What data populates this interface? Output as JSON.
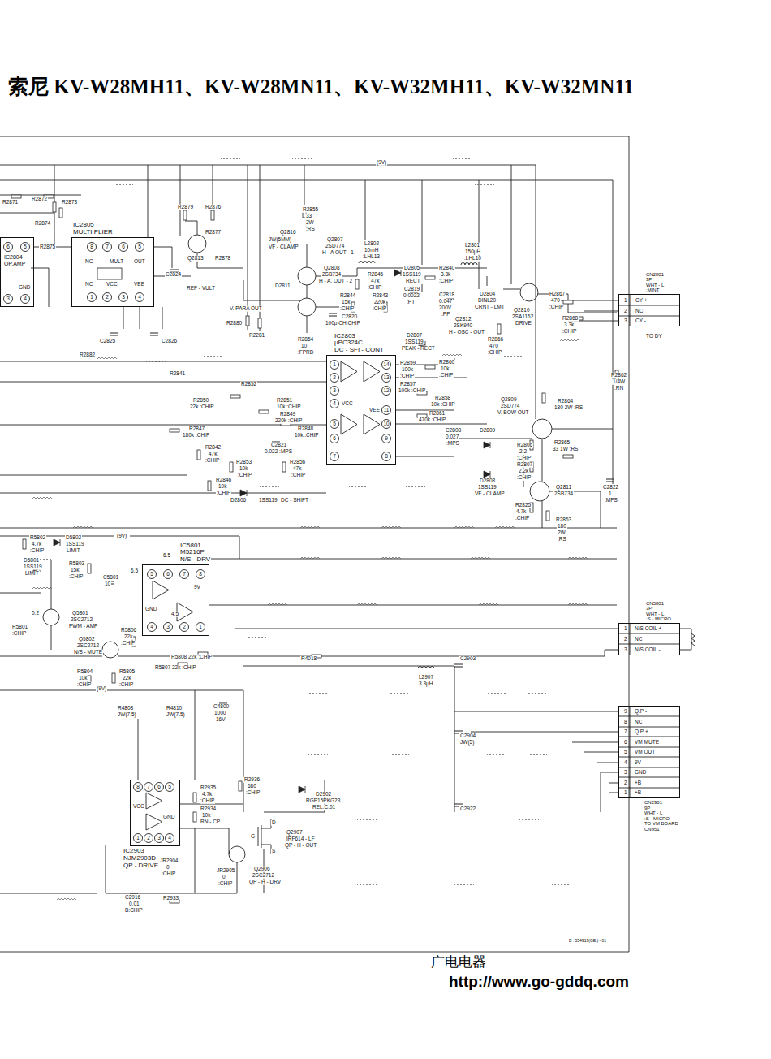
{
  "diagram": {
    "title": "索尼 KV-W28MH11、KV-W28MN11、KV-W32MH11、KV-W32MN11",
    "nodes": [
      {
        "text": [
          "IC2805",
          "MULTI PLIER"
        ]
      },
      {
        "text": [
          "IC2804",
          "OP.AMP"
        ]
      },
      {
        "text": [
          "IC2803",
          "μPC324C",
          "DC - SFI - CONT"
        ]
      },
      {
        "text": [
          "IC5801",
          "M5216P",
          "N/S - DRV"
        ]
      },
      {
        "text": [
          "IC2903",
          "NJM2903D",
          "QP - DRIVE"
        ]
      },
      {
        "text": [
          "CN2801",
          "3P",
          "WHT - L",
          ":MINT"
        ]
      },
      {
        "text": [
          "CN5801",
          "3P",
          "WHT - L",
          ":S - MICRO"
        ]
      },
      {
        "text": [
          "CN2901",
          "9P",
          "WHT - L",
          ":S - MICRO",
          "TO VM BOARD",
          "CN951"
        ]
      }
    ],
    "edges": [
      {
        "from": 1,
        "to": 0,
        "arrow": "none"
      }
    ],
    "labels": [
      "(9V)",
      "R2871",
      "R2872",
      "R2873",
      "R2874",
      "R2875",
      "R2879",
      "R2876",
      "R2877",
      "Q2813",
      "R2878",
      "C2824",
      "REF - VULT",
      "V. PARA OUT",
      "R2880",
      "R2281",
      "C2825",
      "C2826",
      "R2882",
      "R2841",
      "8",
      "7",
      "6",
      "5",
      "NC",
      "MULT",
      "OUT",
      "NC",
      "VCC",
      "VEE",
      "1",
      "2",
      "3",
      "4",
      "6",
      "5",
      "GND",
      "3",
      "4",
      "R2855",
      "33",
      "2W",
      ":RS",
      "Q2816",
      "JW(5MM)",
      "VF - CLAMP",
      "Q2807",
      "2SD774",
      "H - A OUT - 1",
      "Q2808",
      "2SB734",
      "H - A. OUT - 2",
      "D2811",
      "L2802",
      "10mH",
      ":LHL13",
      "D2805",
      "1SS119",
      "RECT",
      "R2845",
      "47k",
      ":CHIP",
      "R2840",
      "3.3k",
      ":CHIP",
      "L2801",
      "150μH",
      ":LHL10",
      "C2819",
      "0.0022",
      ":PT",
      "R2844",
      "15k",
      ":CHIP",
      "R2843",
      "220k",
      ":CHIP",
      "C2818",
      "0.047",
      "200V",
      ":PP",
      "D2804",
      "DINL20",
      "CRNT - LMT",
      "Q2812",
      "2SK940",
      "H - OSC - OUT",
      "Q2810",
      "2SA1162",
      "DRIVE",
      "R2866",
      "470",
      ":CHIP",
      "R2867",
      "470",
      ":CHIP",
      "R2868",
      "3.3k",
      ":CHIP",
      "C2820",
      "100p CH:CHIP",
      "R2854",
      "10",
      ":FPRD",
      "D2807",
      "1SS119",
      "PEAK - RECT",
      "R2859",
      "100k",
      ":CHIP",
      "R2860",
      "10k",
      ":CHIP",
      "R2857",
      "100k :CHIP",
      "R2858",
      "10k :CHIP",
      "R2861",
      "470k :CHIP",
      "VEE",
      "VCC",
      "1",
      "2",
      "3",
      "4",
      "5",
      "6",
      "7",
      "14",
      "13",
      "12",
      "11",
      "10",
      "9",
      "8",
      "C2808",
      "0.027",
      ":MPS",
      "D2809",
      "Q2809",
      "2SD774",
      "V. BOW OUT",
      "R2864",
      "180 2W :RS",
      "R2862",
      "1/4W",
      ":RN",
      "R2806",
      "2.2",
      ":CHIP",
      "R2865",
      "33 1W :RS",
      "R2807",
      "2.2k",
      ":CHIP",
      "D2808",
      "1SS119",
      "VF - CLAMP",
      "Q2811",
      "2SB734",
      "R2825",
      "4.7k",
      ":CHIP",
      "R2863",
      "180",
      "2W",
      ":RS",
      "C2822",
      "1",
      ":MPS",
      "R2852",
      "R2850",
      "22k :CHIP",
      "R2851",
      "10k :CHIP",
      "R2849",
      "220k :CHIP",
      "R2847",
      "180k :CHIP",
      "R2848",
      "10k :CHIP",
      "R2842",
      "47k",
      ":CHIP",
      "C2821",
      "0.022 :MPS",
      "R2853",
      "10k",
      ":CHIP",
      "R2856",
      "47k",
      ":CHIP",
      "R2846",
      "10k",
      ":CHIP",
      "D2806",
      "1SS119",
      "DC - SHIFT",
      "(9V)",
      "R5802",
      "4.7k",
      ":CHIP",
      "D5802",
      "1SS119",
      "LIMIT",
      "D5801",
      "1SS119",
      "LIMIT",
      "R5803",
      "15k",
      ":CHIP",
      "C5801",
      "10",
      "6.5",
      "6.5",
      "5",
      "6",
      "7",
      "8",
      "9V",
      "GND",
      "4.5",
      "4",
      "3",
      "2",
      "1",
      "0.2",
      "Q5801",
      "2SC2712",
      "PWM - AMP",
      "R5801",
      ":CHIP",
      "Q5802",
      "2SC2712",
      "N/S - MUTE",
      "R5806",
      "22k",
      ":CHIP",
      "R5808 22k :CHIP",
      "R5807 22k :CHIP",
      "R5805",
      "22k",
      ":CHIP",
      "R5804",
      "10k",
      ":CHIP",
      "R4018",
      "C2903",
      "L2907",
      "3.3μH",
      "(9V)",
      "R4808",
      "JW(7.5)",
      "R4810",
      "JW(7.5)",
      "C4800",
      "1000",
      "16V",
      "C2904",
      "JW(5)",
      "8",
      "7",
      "6",
      "5",
      "VCC",
      "GND",
      "1",
      "2",
      "3",
      "4",
      "R2935",
      "4.7k",
      ":CHIP",
      "R2936",
      "680",
      ":CHIP",
      "R2934",
      "10k",
      "RN - CP",
      "D2902",
      "RGP15PKG23",
      "REL.C.01",
      "C2922",
      "D",
      "G",
      "S",
      "Q2907",
      "IRF614 - LF",
      "QP - H - OUT",
      "Q2906",
      "2SC2712",
      "QP - H - DRV",
      "JR2904",
      "0",
      ":CHIP",
      "JR2905",
      "0",
      ":CHIP",
      "C2916",
      "0.01",
      "B:CHIP",
      "R2933",
      "1",
      "CY +",
      "2",
      "NC",
      "3",
      "CY -",
      "TO DY",
      "1",
      "N/S COIL +",
      "2",
      "NC",
      "3",
      "N/S COIL -",
      "9",
      "Q.P -",
      "8",
      "NC",
      "7",
      "Q.P +",
      "6",
      "VM MUTE",
      "5",
      "VM OUT",
      "4",
      "9V",
      "3",
      "GND",
      "2",
      "+B",
      "1",
      "+B",
      "B : 554919(GE.) - 01",
      "广电电器",
      "http://www.go-gddq.com"
    ]
  }
}
